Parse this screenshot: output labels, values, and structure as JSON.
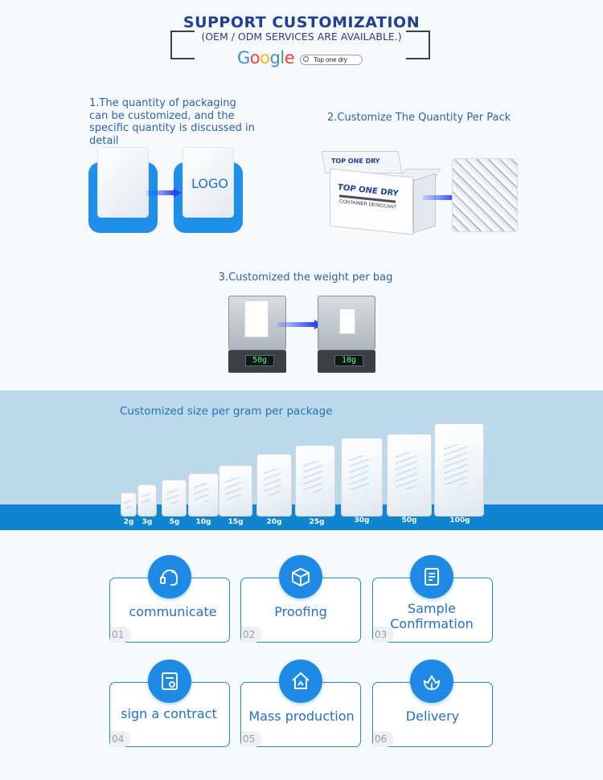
{
  "header": {
    "title": "SUPPORT CUSTOMIZATION",
    "subtitle": "(OEM / ODM SERVICES ARE AVAILABLE.)",
    "google_logo": [
      "G",
      "o",
      "o",
      "g",
      "l",
      "e"
    ],
    "search_query": "Top one dry"
  },
  "steps": {
    "step1": {
      "caption": "1.The quantity of packaging can be customized, and the specific quantity is discussed in detail",
      "logo_text": "LOGO"
    },
    "step2": {
      "caption": "2.Customize The Quantity Per Pack",
      "box_brand": "TOP ONE DRY",
      "box_subtitle": "CONTAINER DESICCANT"
    },
    "step3": {
      "caption": "3.Customized the weight per bag",
      "scale1_readout": "50g",
      "scale2_readout": "10g"
    }
  },
  "sizes": {
    "title": "Customized size per gram per package",
    "labels": [
      "2g",
      "3g",
      "5g",
      "10g",
      "15g",
      "20g",
      "25g",
      "30g",
      "50g",
      "100g"
    ]
  },
  "process": [
    {
      "num": "01",
      "label": "communicate",
      "icon": "headset-icon"
    },
    {
      "num": "02",
      "label": "Proofing",
      "icon": "box-icon"
    },
    {
      "num": "03",
      "label": "Sample Confirmation",
      "icon": "document-icon"
    },
    {
      "num": "04",
      "label": "sign a contract",
      "icon": "contract-icon"
    },
    {
      "num": "05",
      "label": "Mass production",
      "icon": "house-icon"
    },
    {
      "num": "06",
      "label": "Delivery",
      "icon": "flower-icon"
    }
  ],
  "colors": {
    "accent": "#1e8ae6",
    "title": "#1f3f94",
    "band": "#bcd9ec",
    "strip": "#0f85cf"
  }
}
